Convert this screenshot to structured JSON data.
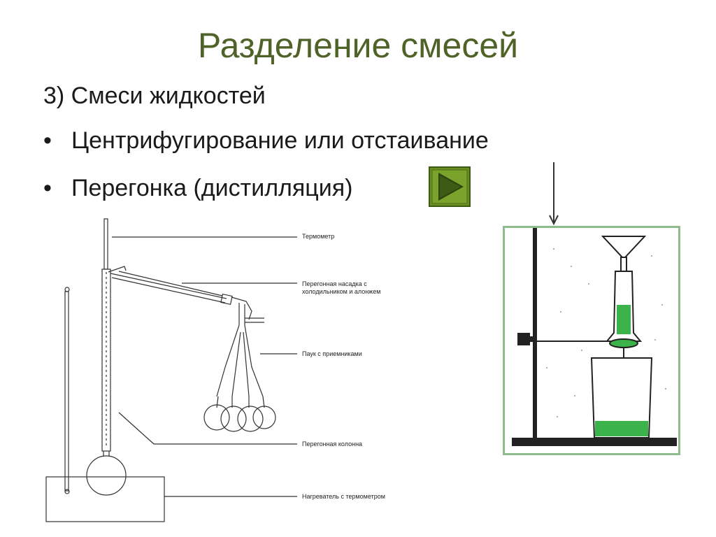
{
  "slide": {
    "title": "Разделение смесей",
    "lines": [
      {
        "text": "3) Смеси жидкостей"
      },
      {
        "bullet": "•",
        "text": "Центрифугирование или отстаивание"
      },
      {
        "bullet": "•",
        "text": "Перегонка (дистилляция)"
      }
    ]
  },
  "diagram": {
    "labels": [
      "Термометр",
      "Перегонная насадка с",
      "холодильником и алонжем",
      "Паук с приемниками",
      "Перегонная колонна",
      "Нагреватель с термометром"
    ]
  },
  "colors": {
    "title": "#4f6228",
    "play_button": "#6b8e23",
    "liquid": "#3cb34a",
    "photo_border": "#8fbc8f"
  },
  "icons": {
    "play": "play-icon",
    "arrow": "arrow-down-icon"
  }
}
